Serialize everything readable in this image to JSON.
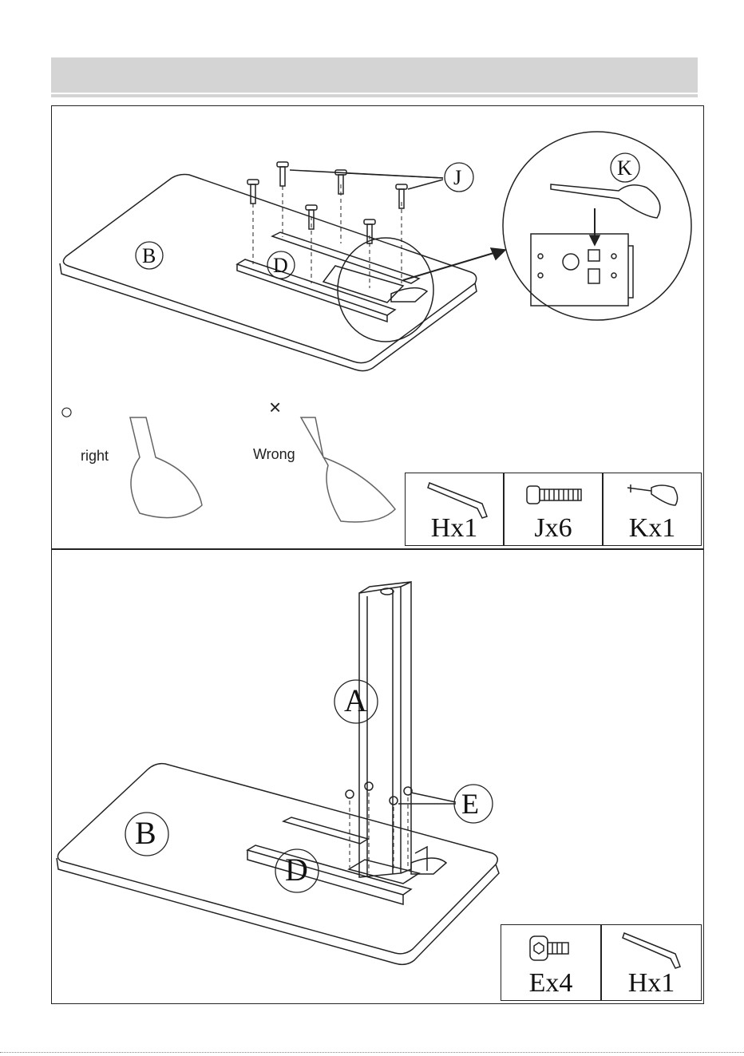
{
  "step1": {
    "labels": {
      "tabletop": "B",
      "frame": "D",
      "screws": "J",
      "key": "K"
    },
    "hints": {
      "right_label": "right",
      "wrong_label": "Wrong",
      "right_mark": "○",
      "wrong_mark": "×"
    },
    "parts": [
      {
        "icon": "allen-key-icon",
        "label": "Hx1"
      },
      {
        "icon": "bolt-icon",
        "label": "Jx6"
      },
      {
        "icon": "handle-key-icon",
        "label": "Kx1"
      }
    ]
  },
  "step2": {
    "labels": {
      "leg": "A",
      "tabletop": "B",
      "frame": "D",
      "screws": "E"
    },
    "parts": [
      {
        "icon": "hex-screw-icon",
        "label": "Ex4"
      },
      {
        "icon": "allen-key-icon",
        "label": "Hx1"
      }
    ]
  },
  "colors": {
    "line": "#222222",
    "header": "#d4d4d4"
  }
}
